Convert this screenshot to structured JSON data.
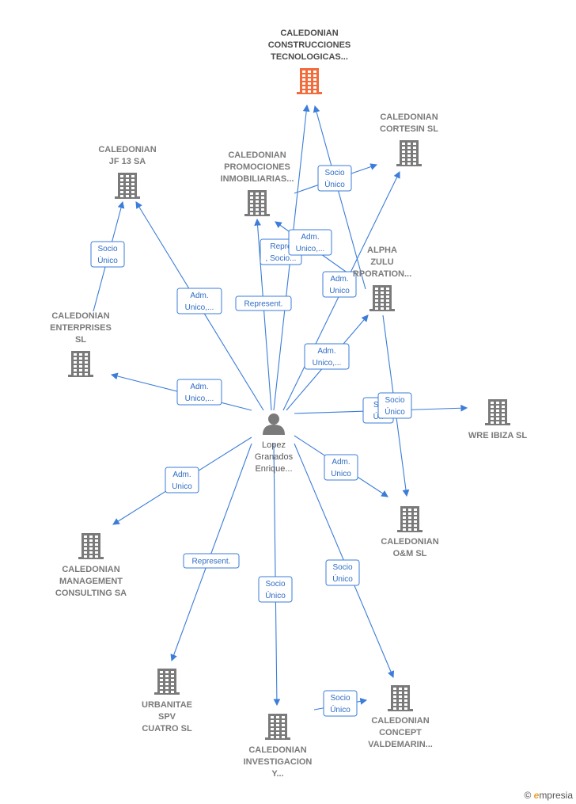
{
  "colors": {
    "edge": "#3b7dd8",
    "building": "#7a7a7a",
    "building_highlight": "#f26b3a",
    "person": "#7a7a7a"
  },
  "center": {
    "id": "person",
    "label": [
      "Lopez",
      "Granados",
      "Enrique..."
    ],
    "icon": "person-icon"
  },
  "nodes": [
    {
      "id": "cct",
      "label": [
        "CALEDONIAN",
        "CONSTRUCCIONES",
        "TECNOLOGICAS..."
      ],
      "highlight": true,
      "icon": "building-icon"
    },
    {
      "id": "cortesin",
      "label": [
        "CALEDONIAN",
        "CORTESIN  SL"
      ],
      "icon": "building-icon"
    },
    {
      "id": "jf13",
      "label": [
        "CALEDONIAN",
        "JF 13 SA"
      ],
      "icon": "building-icon"
    },
    {
      "id": "promociones",
      "label": [
        "CALEDONIAN",
        "PROMOCIONES",
        "INMOBILIARIAS..."
      ],
      "icon": "building-icon"
    },
    {
      "id": "alpha",
      "label": [
        "ALPHA",
        "ZULU",
        "RPORATION..."
      ],
      "icon": "building-icon"
    },
    {
      "id": "enterprises",
      "label": [
        "CALEDONIAN",
        "ENTERPRISES",
        "SL"
      ],
      "icon": "building-icon"
    },
    {
      "id": "wre",
      "label": [
        "WRE IBIZA  SL"
      ],
      "icon": "building-icon"
    },
    {
      "id": "om",
      "label": [
        "CALEDONIAN",
        "O&M  SL"
      ],
      "icon": "building-icon"
    },
    {
      "id": "management",
      "label": [
        "CALEDONIAN",
        "MANAGEMENT",
        "CONSULTING SA"
      ],
      "icon": "building-icon"
    },
    {
      "id": "urbanitae",
      "label": [
        "URBANITAE",
        "SPV",
        "CUATRO  SL"
      ],
      "icon": "building-icon"
    },
    {
      "id": "investigacion",
      "label": [
        "CALEDONIAN",
        "INVESTIGACION",
        "Y..."
      ],
      "icon": "building-icon"
    },
    {
      "id": "concept",
      "label": [
        "CALEDONIAN",
        "CONCEPT",
        "VALDEMARIN..."
      ],
      "icon": "building-icon"
    }
  ],
  "edges": [
    {
      "from": "person",
      "to": "cct"
    },
    {
      "from": "person",
      "to": "promociones"
    },
    {
      "from": "person",
      "to": "jf13"
    },
    {
      "from": "person",
      "to": "cortesin"
    },
    {
      "from": "person",
      "to": "alpha"
    },
    {
      "from": "person",
      "to": "enterprises"
    },
    {
      "from": "person",
      "to": "wre"
    },
    {
      "from": "person",
      "to": "om"
    },
    {
      "from": "person",
      "to": "management"
    },
    {
      "from": "person",
      "to": "urbanitae"
    },
    {
      "from": "person",
      "to": "investigacion"
    },
    {
      "from": "person",
      "to": "concept"
    },
    {
      "from": "enterprises",
      "to": "jf13"
    },
    {
      "from": "alpha",
      "to": "cct"
    },
    {
      "from": "promociones",
      "to": "cortesin"
    },
    {
      "from": "cct",
      "to": "promociones"
    },
    {
      "from": "alpha",
      "to": "om"
    },
    {
      "from": "investigacion",
      "to": "concept"
    }
  ],
  "edge_labels": [
    {
      "id": "el1",
      "lines": [
        "Socio",
        "Único"
      ]
    },
    {
      "id": "el2",
      "lines": [
        "Socio",
        "Único"
      ]
    },
    {
      "id": "el3",
      "lines": [
        "Adm.",
        "Unico,..."
      ]
    },
    {
      "id": "el4",
      "lines": [
        "Represent."
      ]
    },
    {
      "id": "el5",
      "lines": [
        "Repre",
        ", Socio..."
      ]
    },
    {
      "id": "el6",
      "lines": [
        "Adm.",
        "Unico,..."
      ]
    },
    {
      "id": "el7",
      "lines": [
        "Adm.",
        "Unico"
      ]
    },
    {
      "id": "el8",
      "lines": [
        "Adm.",
        "Unico,..."
      ]
    },
    {
      "id": "el9",
      "lines": [
        "Adm.",
        "Unico,..."
      ]
    },
    {
      "id": "el10",
      "lines": [
        "So",
        "Ún"
      ]
    },
    {
      "id": "el11",
      "lines": [
        "Socio",
        "Único"
      ]
    },
    {
      "id": "el12",
      "lines": [
        "Adm.",
        "Unico"
      ]
    },
    {
      "id": "el13",
      "lines": [
        "Adm.",
        "Unico"
      ]
    },
    {
      "id": "el14",
      "lines": [
        "Represent."
      ]
    },
    {
      "id": "el15",
      "lines": [
        "Socio",
        "Único"
      ]
    },
    {
      "id": "el16",
      "lines": [
        "Socio",
        "Único"
      ]
    },
    {
      "id": "el17",
      "lines": [
        "Socio",
        "Único"
      ]
    }
  ],
  "watermark": {
    "symbol": "©",
    "brand_initial": "e",
    "brand_rest": "mpresia"
  }
}
